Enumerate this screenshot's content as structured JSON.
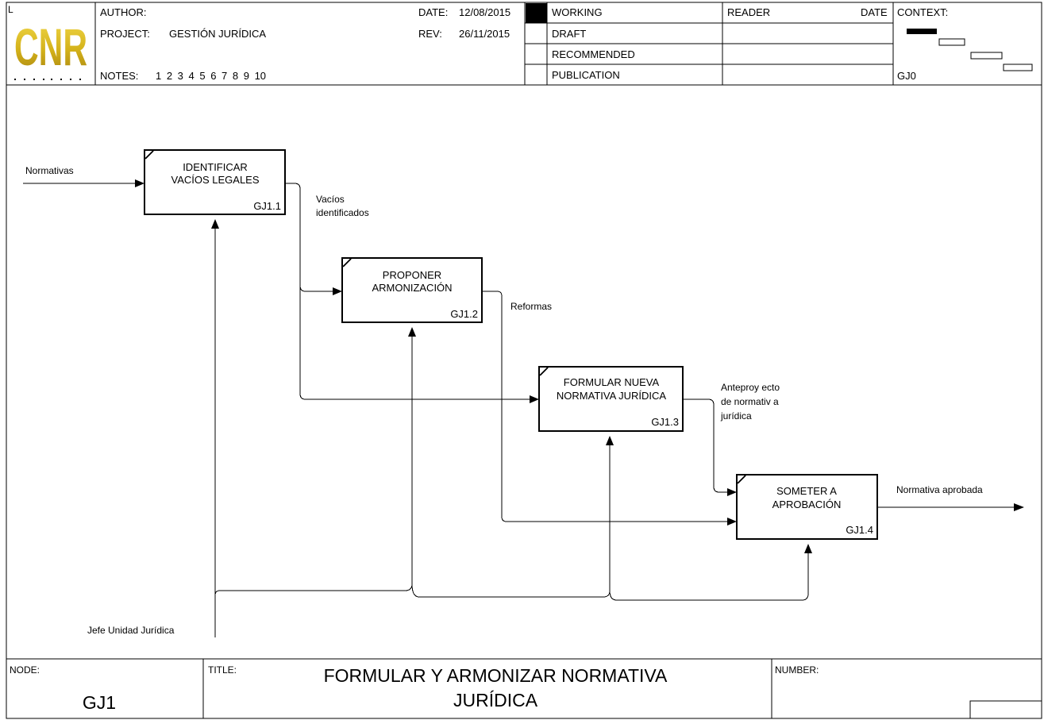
{
  "header": {
    "logo_text": "CNR",
    "logo_corner": "L",
    "author_label": "AUTHOR:",
    "project_label": "PROJECT:",
    "project_value": "GESTIÓN JURÍDICA",
    "notes_label": "NOTES:",
    "notes_value": "1 2 3 4 5 6 7 8 9 10",
    "date_label": "DATE:",
    "date_value": "12/08/2015",
    "rev_label": "REV:",
    "rev_value": "26/11/2015",
    "status": {
      "working": "WORKING",
      "draft": "DRAFT",
      "recommended": "RECOMMENDED",
      "publication": "PUBLICATION",
      "selected": "working"
    },
    "reader_label": "READER",
    "reader_date_label": "DATE",
    "context_label": "CONTEXT:",
    "context_node": "GJ0"
  },
  "activities": [
    {
      "id": "GJ1.1",
      "line1": "IDENTIFICAR",
      "line2": "VACÍOS LEGALES"
    },
    {
      "id": "GJ1.2",
      "line1": "PROPONER",
      "line2": "ARMONIZACIÓN"
    },
    {
      "id": "GJ1.3",
      "line1": "FORMULAR NUEVA",
      "line2": "NORMATIVA JURÍDICA"
    },
    {
      "id": "GJ1.4",
      "line1": "SOMETER A",
      "line2": "APROBACIÓN"
    }
  ],
  "arrows": {
    "input": "Normativas",
    "vacios_1": "Vacíos",
    "vacios_2": "identificados",
    "reformas": "Reformas",
    "ante_1": "Anteproy ecto",
    "ante_2": "de normativ a",
    "ante_3": "jurídica",
    "output": "Normativa aprobada",
    "mechanism": "Jefe Unidad Jurídica"
  },
  "footer": {
    "node_label": "NODE:",
    "node_value": "GJ1",
    "title_label": "TITLE:",
    "title_line1": "FORMULAR Y ARMONIZAR NORMATIVA",
    "title_line2": "JURÍDICA",
    "number_label": "NUMBER:"
  },
  "colors": {
    "logo": "#d4b21a",
    "ink": "#000000",
    "paper": "#ffffff"
  }
}
